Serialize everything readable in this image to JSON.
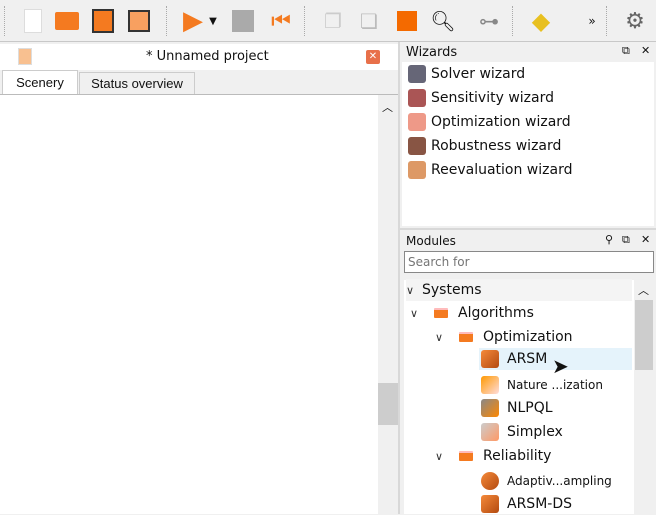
{
  "toolbar": {
    "icons": [
      "new-file-icon",
      "open-folder-icon",
      "save-icon",
      "save-as-icon",
      "run-icon",
      "run-dropdown-icon",
      "stop-icon",
      "reset-icon",
      "copy-icon",
      "paste-icon",
      "select-icon",
      "zoom-icon",
      "connect-icon",
      "layers-icon",
      "more-icon",
      "settings-wizard-icon"
    ],
    "more_label": "»"
  },
  "project": {
    "title": "* Unnamed project",
    "tabs": [
      "Scenery",
      "Status overview"
    ],
    "active_tab": 0
  },
  "wizards": {
    "title": "Wizards",
    "items": [
      "Solver wizard",
      "Sensitivity wizard",
      "Optimization wizard",
      "Robustness wizard",
      "Reevaluation wizard"
    ]
  },
  "modules": {
    "title": "Modules",
    "search_placeholder": "Search for",
    "tree": {
      "root": "Systems",
      "algorithms": "Algorithms",
      "optimization": "Optimization",
      "opt_items": [
        "ARSM",
        "Nature ...ization",
        "NLPQL",
        "Simplex"
      ],
      "reliability": "Reliability",
      "rel_items": [
        "Adaptiv...ampling",
        "ARSM-DS"
      ]
    },
    "selected": "ARSM"
  },
  "colors": {
    "accent": "#f47a20",
    "selection": "#e5f3fb"
  }
}
